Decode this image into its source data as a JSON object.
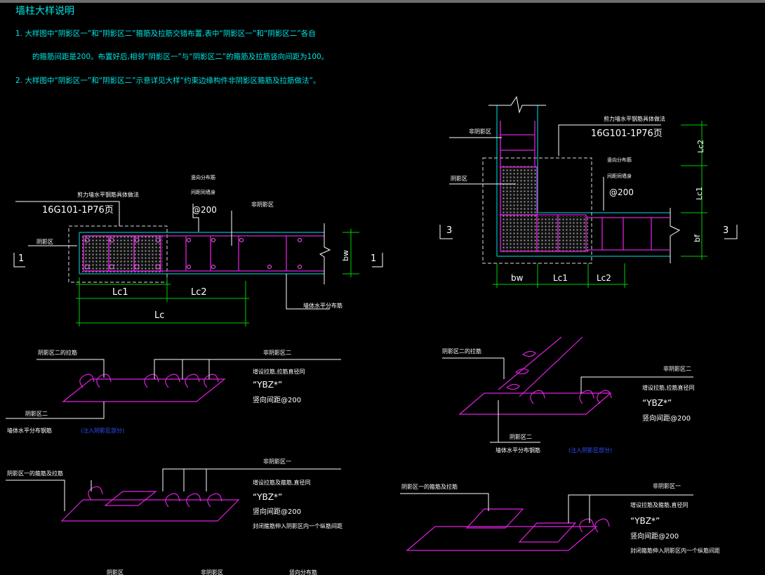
{
  "notes": {
    "title": "墙柱大样说明",
    "line1a": "1. 大样图中“阴影区一”和“阴影区二”箍筋及拉筋交错布置,表中“阴影区一”和“阴影区二”各自",
    "line1b": "的箍筋间距是200。布置好后,相邻“阴影区一”与“阴影区二”的箍筋及拉筋竖向间距为100。",
    "line2": "2. 大样图中“阴影区一”和“阴影区二”示意详见大样“约束边缘构件非阴影区箍筋及拉筋做法”。"
  },
  "left": {
    "ref_note": "剪力墙水平钢筋具体做法",
    "ref_code": "16G101-1P76页",
    "vert_bar": "竖向分布筋",
    "spacing_label": "间距同墙身",
    "spacing_val": "@200",
    "shadow": "阴影区",
    "nonshadow": "非阴影区",
    "section_l": "1",
    "section_r": "1",
    "bw": "bw",
    "lc1": "Lc1",
    "lc2": "Lc2",
    "lc": "Lc",
    "horiz_bar": "墙体水平分布筋"
  },
  "right": {
    "nonshadow": "非阴影区",
    "ref_note": "剪力墙水平钢筋具体做法",
    "ref_code": "16G101-1P76页",
    "vert_bar": "竖向分布筋",
    "spacing_label": "间距同墙身",
    "spacing_val": "@200",
    "shadow": "阴影区",
    "section_l": "3",
    "section_r": "3",
    "lc2v": "Lc2",
    "lc1v": "Lc1",
    "bf": "bf",
    "bw": "bw",
    "lc1": "Lc1",
    "lc2": "Lc2"
  },
  "detail_a": {
    "tie2": "阴影区二的拉筋",
    "nonshadow2": "非阴影区二",
    "extra_tie": "增设拉筋,拉筋直径同",
    "ybz": "“YBZ*”",
    "spacing": "竖向间距@200",
    "shadow2": "阴影区二",
    "horiz": "墙体水平分布钢筋",
    "blue_note": "(注入阴影区部分)"
  },
  "detail_b": {
    "tie2": "阴影区二的拉筋",
    "nonshadow2": "非阴影区二",
    "extra_tie": "增设拉筋,拉筋直径同",
    "ybz": "“YBZ*”",
    "spacing": "竖向间距@200",
    "shadow2": "阴影区二",
    "horiz": "墙体水平分布钢筋",
    "blue_note": "(注入阴影区部分)"
  },
  "detail_c": {
    "stirrup1": "阴影区一的箍筋及拉筋",
    "nonshadow1": "非阴影区一",
    "extra": "增设拉筋及箍筋,直径同",
    "ybz": "“YBZ*”",
    "spacing": "竖向间距@200",
    "insert": "封闭箍筋伸入阴影区内一个纵筋间距"
  },
  "detail_d": {
    "stirrup1": "阴影区一的箍筋及拉筋",
    "nonshadow1": "非阴影区一",
    "extra": "增设拉筋及箍筋,直径同",
    "ybz": "“YBZ*”",
    "spacing": "竖向间距@200",
    "insert": "封闭箍筋伸入阴影区内一个纵筋间距"
  },
  "bottom": {
    "a": "阴影区",
    "b": "非阴影区",
    "c": "竖向分布筋"
  }
}
